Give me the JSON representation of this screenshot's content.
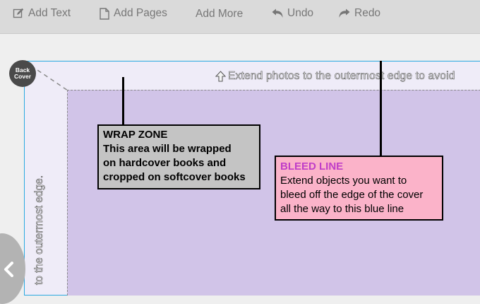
{
  "toolbar": {
    "add_text": "Add Text",
    "add_pages": "Add Pages",
    "add_more": "Add More",
    "undo": "Undo",
    "redo": "Redo"
  },
  "cover": {
    "back_cover_line1": "Back",
    "back_cover_line2": "Cover",
    "extend_top_text": "Extend photos to the outermost edge to avoid",
    "extend_left_text": "to the outermost edge."
  },
  "callouts": {
    "wrap_title": "WRAP ZONE",
    "wrap_line1": "This area will be wrapped",
    "wrap_line2": "on hardcover books and",
    "wrap_line3": "cropped on softcover books",
    "bleed_title": "BLEED LINE",
    "bleed_line1": "Extend objects you want to",
    "bleed_line2": "bleed off the edge of the cover",
    "bleed_line3": "all the way to this blue line"
  },
  "colors": {
    "bleed_line": "#2aa9e0",
    "wrap_zone": "#efecf8",
    "safe_area": "#d1c4e8",
    "bleed_title": "#c03ec8"
  },
  "icons": [
    "edit-icon",
    "page-icon",
    "undo-icon",
    "redo-icon",
    "upload-arrow-icon",
    "chevron-left-icon"
  ]
}
